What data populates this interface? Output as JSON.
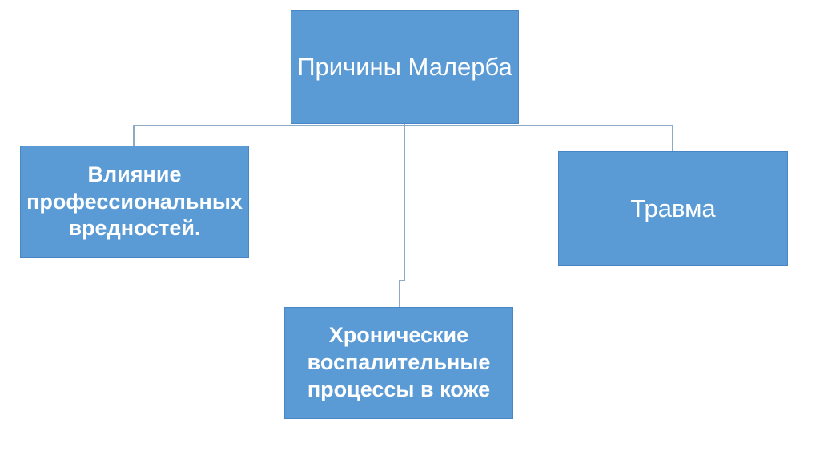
{
  "diagram": {
    "type": "hierarchy",
    "nodes": {
      "top": {
        "label": "Причины Малерба"
      },
      "left": {
        "label": "Влияние профессиональных вредностей."
      },
      "right": {
        "label": "Травма"
      },
      "bottom": {
        "label": "Хронические воспалительные процессы в коже"
      }
    },
    "colors": {
      "node_fill": "#5b9bd5",
      "node_border": "#4a86c5",
      "connector": "#8ca9c6",
      "text": "#ffffff",
      "background": "#ffffff"
    }
  }
}
